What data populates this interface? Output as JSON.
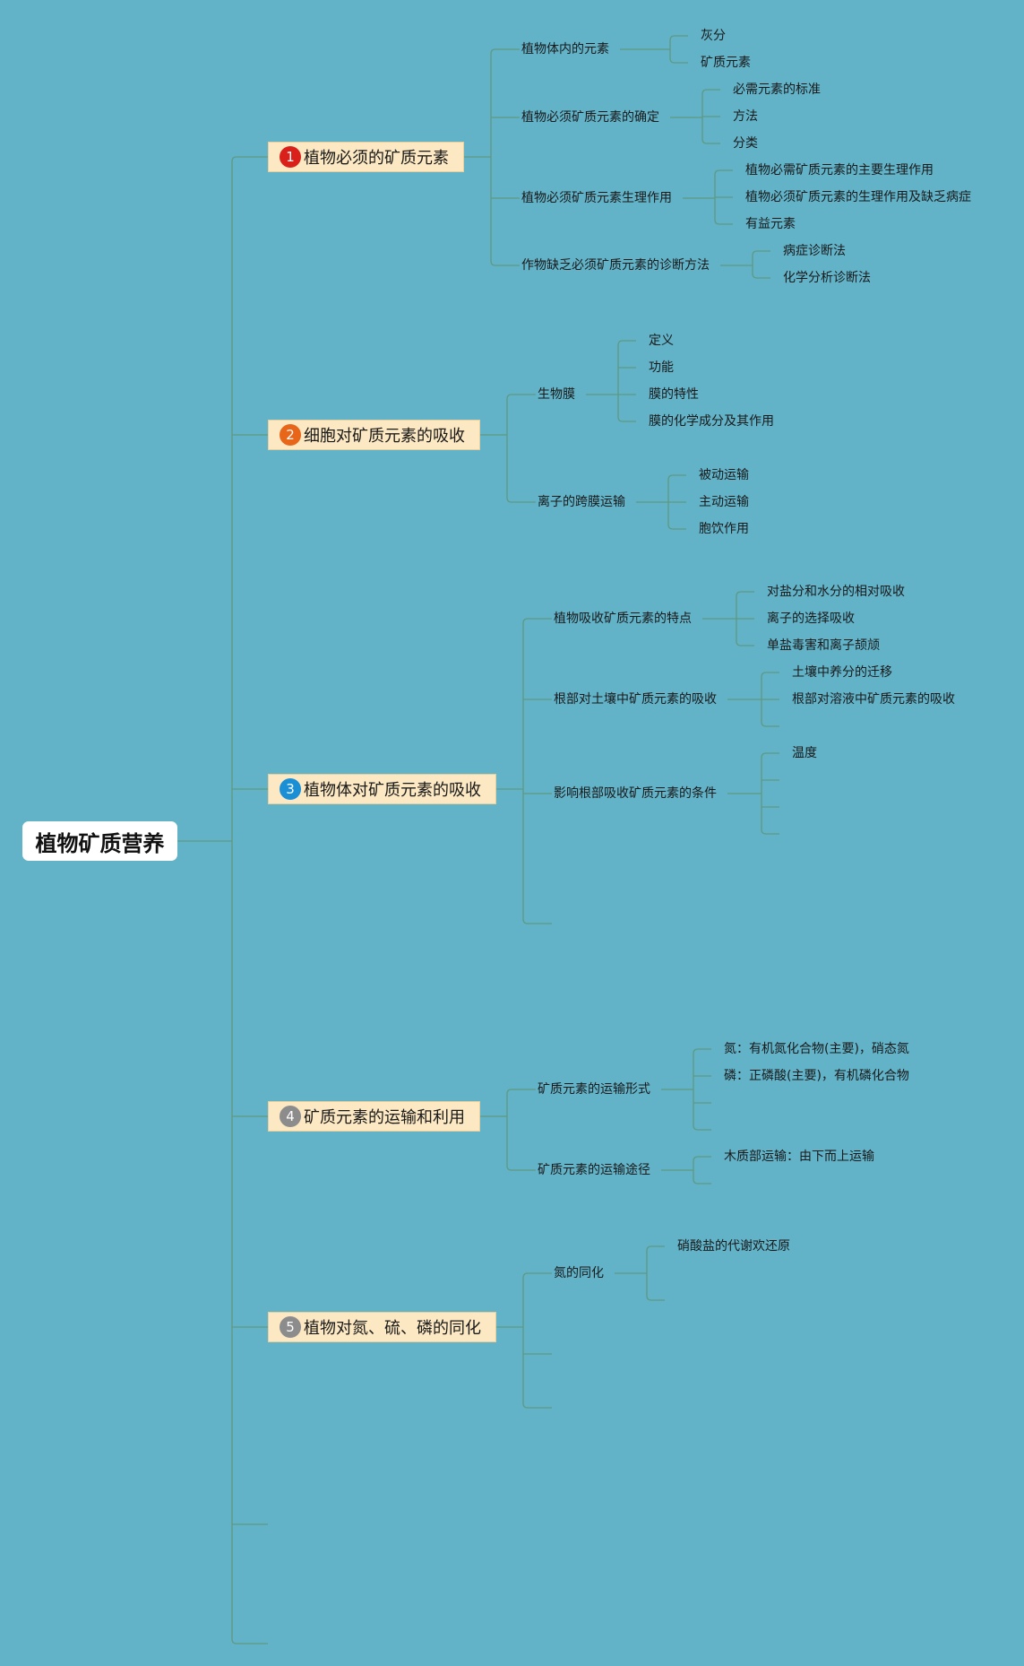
{
  "root": "植物矿质营养",
  "colors": {
    "background": "#62b2c8",
    "line": "#5f9a82",
    "topic_fill": "#fce8c2",
    "num1": "#d9201a",
    "num2": "#e8661a",
    "num3": "#1a8fd6",
    "num4": "#8c8c8c",
    "num5": "#8c8c8c"
  },
  "topics": [
    {
      "num": "1",
      "label": "植物必须的矿质元素",
      "children": [
        {
          "label": "植物体内的元素",
          "children": [
            "灰分",
            "矿质元素"
          ]
        },
        {
          "label": "植物必须矿质元素的确定",
          "children": [
            "必需元素的标准",
            "方法",
            "分类"
          ]
        },
        {
          "label": "植物必须矿质元素生理作用",
          "children": [
            "植物必需矿质元素的主要生理作用",
            "植物必须矿质元素的生理作用及缺乏病症",
            "有益元素"
          ]
        },
        {
          "label": "作物缺乏必须矿质元素的诊断方法",
          "children": [
            "病症诊断法",
            "化学分析诊断法"
          ]
        }
      ]
    },
    {
      "num": "2",
      "label": "细胞对矿质元素的吸收",
      "children": [
        {
          "label": "生物膜",
          "children": [
            "定义",
            "功能",
            "膜的特性",
            "膜的化学成分及其作用"
          ]
        },
        {
          "label": "离子的跨膜运输",
          "children": [
            "被动运输",
            "主动运输",
            "胞饮作用"
          ]
        }
      ]
    },
    {
      "num": "3",
      "label": "植物体对矿质元素的吸收",
      "children": [
        {
          "label": "植物吸收矿质元素的特点",
          "children": [
            "对盐分和水分的相对吸收",
            "离子的选择吸收",
            "单盐毒害和离子颉颃"
          ]
        },
        {
          "label": "根部对土壤中矿质元素的吸收",
          "children": [
            "土壤中养分的迁移",
            "根部对溶液中矿质元素的吸收",
            ""
          ]
        },
        {
          "label": "影响根部吸收矿质元素的条件",
          "children": [
            "温度",
            "",
            "",
            ""
          ]
        },
        {
          "label": "",
          "children": []
        }
      ]
    },
    {
      "num": "4",
      "label": "矿质元素的运输和利用",
      "children": [
        {
          "label": "矿质元素的运输形式",
          "children": [
            "氮：有机氮化合物(主要)，硝态氮",
            "磷：正磷酸(主要)，有机磷化合物",
            "",
            ""
          ]
        },
        {
          "label": "矿质元素的运输途径",
          "children": [
            "木质部运输：由下而上运输",
            ""
          ]
        }
      ]
    },
    {
      "num": "5",
      "label": "植物对氮、硫、磷的同化",
      "children": [
        {
          "label": "氮的同化",
          "children": [
            "硝酸盐的代谢欢还原",
            ""
          ]
        },
        {
          "label": "",
          "children": []
        },
        {
          "label": "",
          "children": []
        }
      ]
    }
  ]
}
